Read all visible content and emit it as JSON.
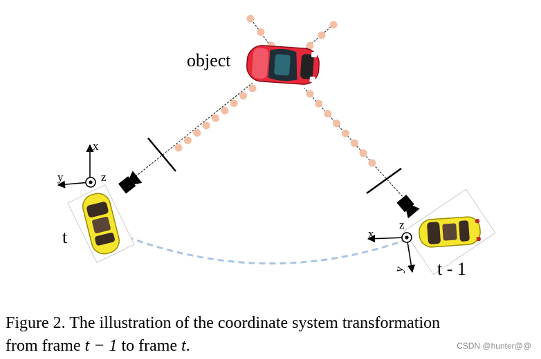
{
  "figure": {
    "object_label": "object",
    "frame_t_label": "t",
    "frame_t_minus_1_label": "t - 1",
    "axes_t": {
      "x": "x",
      "y": "y",
      "z": "z"
    },
    "axes_t_minus_1": {
      "x": "x",
      "y": "y",
      "z": "z"
    },
    "colors": {
      "ray_dot": "#f3bfa4",
      "trajectory": "#a9c6e2",
      "object_car": "#e8283a",
      "ego_car": "#f5e62d"
    }
  },
  "caption": {
    "prefix": "Figure 2.",
    "line1_text": "The illustration of the coordinate system transformation",
    "line2_start": "from frame ",
    "t_minus_1": "t − 1",
    "line2_mid": " to frame ",
    "t": "t",
    "line2_end": "."
  },
  "watermark": "CSDN @hunter@@"
}
